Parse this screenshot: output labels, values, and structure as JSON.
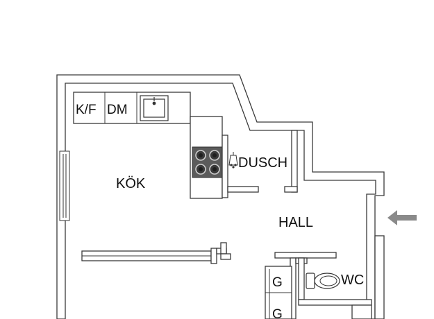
{
  "rooms": {
    "kitchen": "KÖK",
    "shower": "DUSCH",
    "hall": "HALL",
    "wc": "WC"
  },
  "kitchen_units": {
    "fridge_freezer": "K/F",
    "dishwasher": "DM"
  },
  "closets": {
    "top": "G",
    "bottom": "G"
  },
  "entrance_arrow_color": "#8a8a8a",
  "icons": [
    "sink-icon",
    "stove-icon",
    "shower-head-icon",
    "toilet-icon",
    "entrance-arrow-icon"
  ]
}
